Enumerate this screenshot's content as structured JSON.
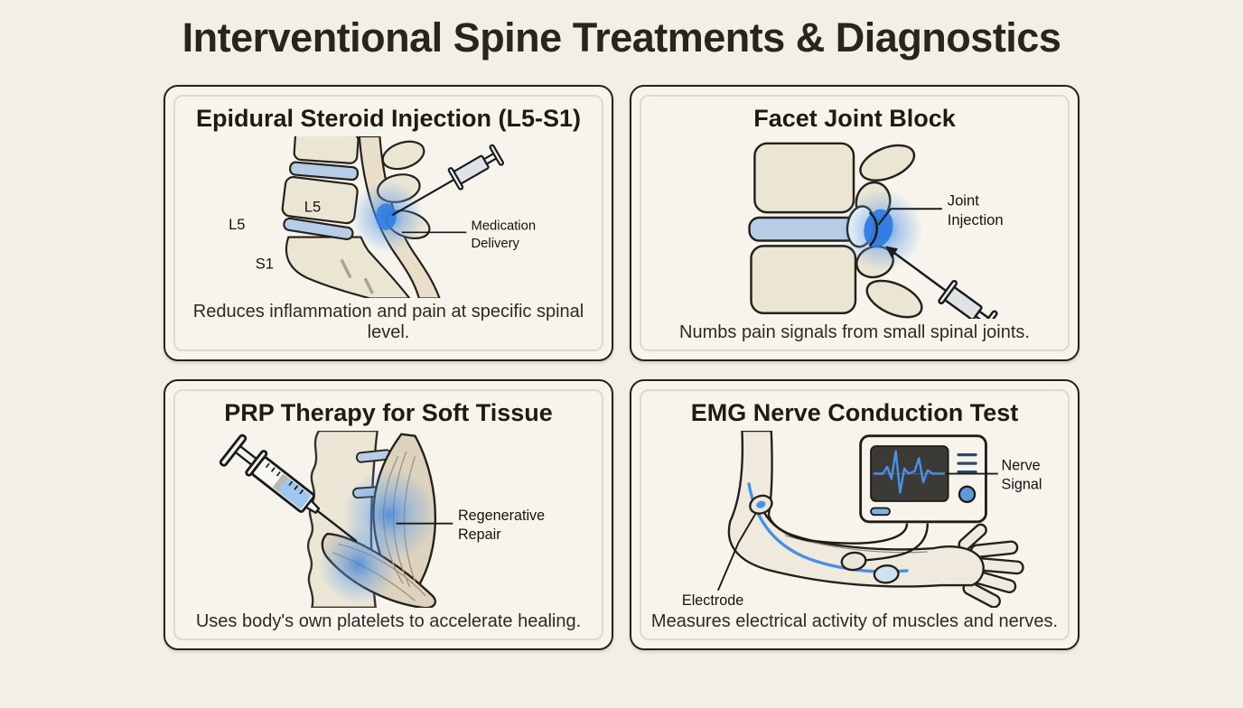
{
  "page": {
    "title": "Interventional Spine Treatments & Diagnostics"
  },
  "colors": {
    "background": "#f1efe8",
    "panel_background": "#f6f4ed",
    "panel_border": "#25221c",
    "inner_border": "#dfdacb",
    "title_text": "#2b241b",
    "body_text": "#2c2a25",
    "bone_fill": "#ebe5d4",
    "disc_blue": "#b7cde7",
    "highlight_blue": "#2f7ce0",
    "signal_blue": "#4a90e2",
    "screen_dark": "#3b3a36"
  },
  "panels": [
    {
      "title": "Epidural Steroid Injection (L5-S1)",
      "caption": "Reduces inflammation and pain at specific spinal level.",
      "illustration": "lumbar-spine-lateral-view-with-syringe",
      "labels": {
        "vertebra_outer": "L5",
        "vertebra_inner": "L5",
        "sacrum": "S1",
        "callout_line1": "Medication",
        "callout_line2": "Delivery"
      }
    },
    {
      "title": "Facet Joint Block",
      "caption": "Numbs pain signals from small spinal joints.",
      "illustration": "two-vertebrae-facet-joint-with-syringe",
      "labels": {
        "callout_line1": "Joint",
        "callout_line2": "Injection"
      }
    },
    {
      "title": "PRP Therapy for Soft Tissue",
      "caption": "Uses body's own platelets to accelerate healing.",
      "illustration": "syringe-injecting-paraspinal-muscles",
      "labels": {
        "callout_line1": "Regenerative",
        "callout_line2": "Repair"
      }
    },
    {
      "title": "EMG Nerve Conduction Test",
      "caption": "Measures electrical activity of muscles and nerves.",
      "illustration": "arm-with-electrodes-and-emg-monitor",
      "labels": {
        "callout_line1": "Nerve",
        "callout_line2": "Signal",
        "electrode": "Electrode"
      }
    }
  ]
}
